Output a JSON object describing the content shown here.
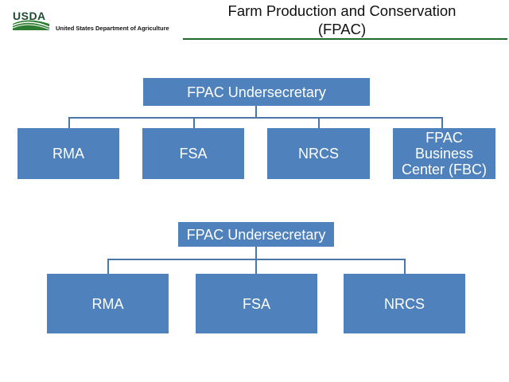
{
  "header": {
    "logo_text": "USDA",
    "agency_name": "United States Department of Agriculture",
    "title_line1": "Farm Production and Conservation",
    "title_line2": "(FPAC)"
  },
  "chart1": {
    "root": "FPAC Undersecretary",
    "children": [
      "RMA",
      "FSA",
      "NRCS",
      "FPAC Business Center (FBC)"
    ],
    "fbc_lines": [
      "FPAC",
      "Business",
      "Center (FBC)"
    ]
  },
  "chart2": {
    "root": "FPAC Undersecretary",
    "children": [
      "RMA",
      "FSA",
      "NRCS"
    ]
  },
  "colors": {
    "box_fill": "#4f81bd",
    "connector": "#4a77a8",
    "header_rule": "#1f6b2a",
    "logo_green": "#1d4e2d"
  }
}
